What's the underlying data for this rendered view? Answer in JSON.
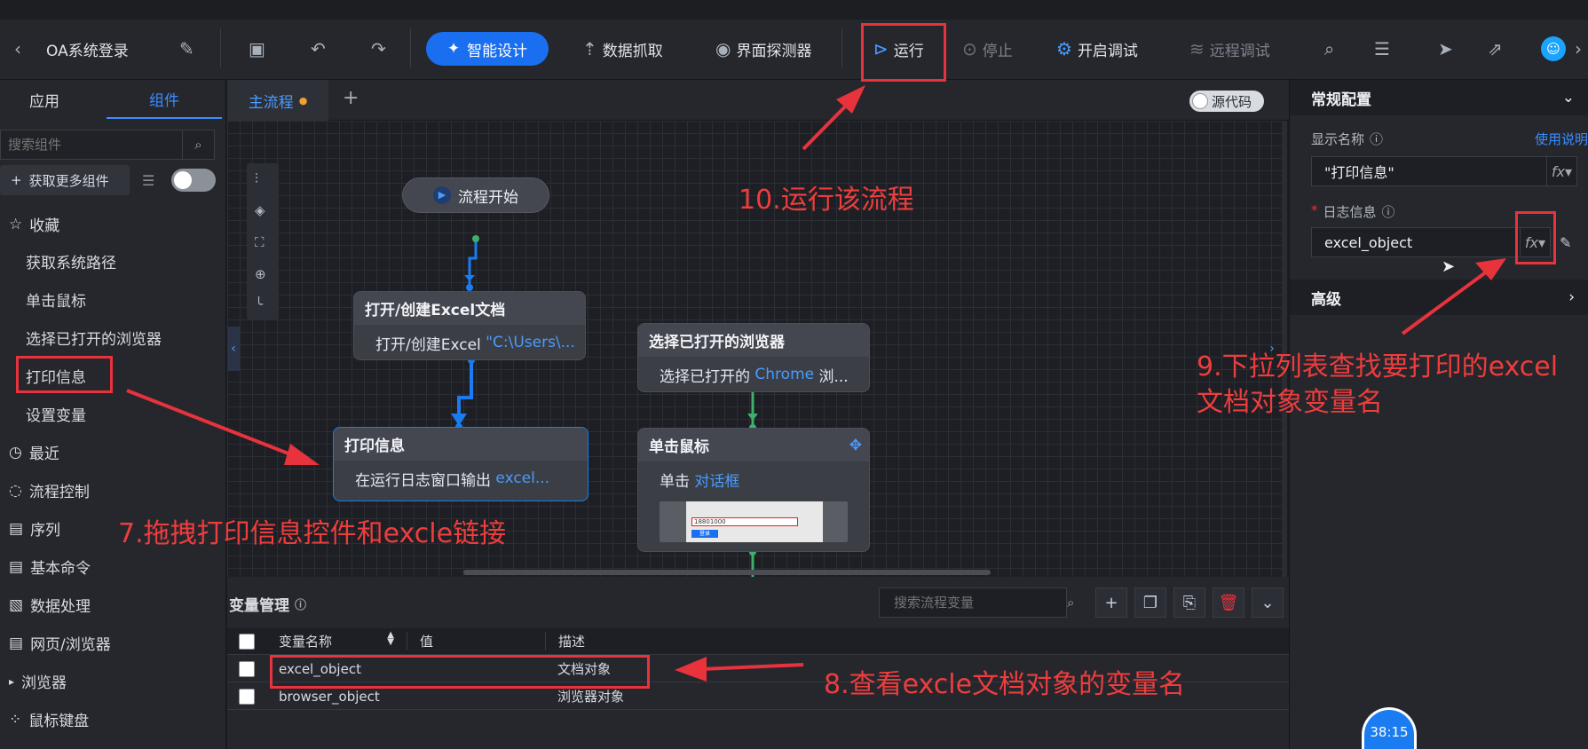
{
  "toolbar": {
    "title": "OA系统登录",
    "smart_design": "智能设计",
    "data_capture": "数据抓取",
    "ui_detector": "界面探测器",
    "run": "运行",
    "stop": "停止",
    "start_debug": "开启调试",
    "remote_debug": "远程调试"
  },
  "left_panel": {
    "tabs": [
      "应用",
      "组件"
    ],
    "search_placeholder": "搜索组件",
    "get_more": "获取更多组件",
    "favorites": "收藏",
    "favorite_items": [
      "获取系统路径",
      "单击鼠标",
      "选择已打开的浏览器",
      "打印信息",
      "设置变量"
    ],
    "categories": [
      "最近",
      "流程控制",
      "序列",
      "基本命令",
      "数据处理",
      "网页/浏览器",
      "浏览器",
      "鼠标键盘"
    ]
  },
  "tabs": {
    "main_flow": "主流程",
    "source_code": "源代码"
  },
  "nodes": {
    "start": "流程开始",
    "excel_title": "打开/创建Excel文档",
    "excel_body": "打开/创建Excel",
    "excel_path": "\"C:\\Users\\...",
    "print_title": "打印信息",
    "print_body": "在运行日志窗口输出",
    "print_var": "excel...",
    "browser_title": "选择已打开的浏览器",
    "browser_body": "选择已打开的",
    "browser_name": "Chrome",
    "browser_tail": "浏...",
    "click_title": "单击鼠标",
    "click_body": "单击",
    "click_target": "对话框",
    "thumb_field": "18801000",
    "thumb_btn": "登录"
  },
  "variables": {
    "title": "变量管理",
    "search_placeholder": "搜索流程变量",
    "headers": [
      "变量名称",
      "值",
      "描述"
    ],
    "rows": [
      {
        "name": "excel_object",
        "value": "",
        "desc": "文档对象"
      },
      {
        "name": "browser_object",
        "value": "",
        "desc": "浏览器对象"
      }
    ]
  },
  "right_panel": {
    "general": "常规配置",
    "display_name_label": "显示名称",
    "help": "使用说明",
    "display_name_value": "\"打印信息\"",
    "log_label": "日志信息",
    "log_value": "excel_object",
    "fx": "fx",
    "advanced": "高级"
  },
  "annotations": {
    "a7": "7.拖拽打印信息控件和excle链接",
    "a8": "8.查看excle文档对象的变量名",
    "a9_line1": "9.下拉列表查找要打印的excel",
    "a9_line2": "文档对象变量名",
    "a10": "10.运行该流程"
  },
  "timer": "38:15",
  "colors": {
    "accent": "#1a6ff0",
    "annotation": "#e8323c",
    "link": "#4a9bff",
    "connector": "#1a7cf0",
    "connector_green": "#3fb06a"
  }
}
